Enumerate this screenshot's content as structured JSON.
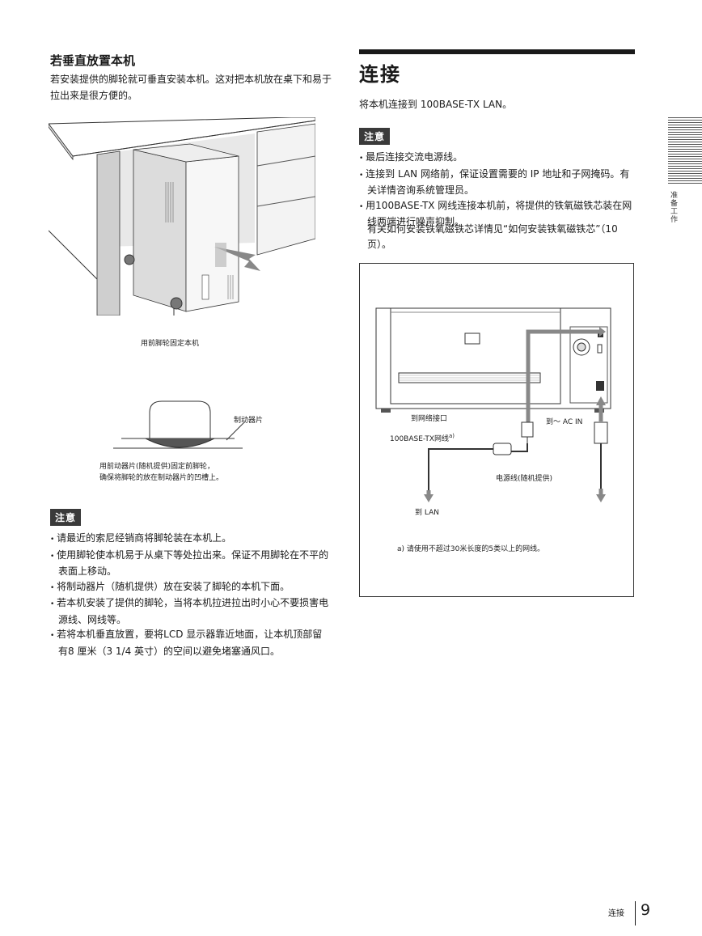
{
  "left": {
    "heading": "若垂直放置本机",
    "intro": "若安装提供的脚轮就可垂直安装本机。这对把本机放在桌下和易于拉出来是很方便的。",
    "fig1_caption": "用前脚轮固定本机",
    "fig2_label": "制动器片",
    "fig2_caption": [
      "用前动器片(随机提供)固定前脚轮，",
      "确保将脚轮的放在制动器片的凹槽上。"
    ],
    "note_label": "注意",
    "notes": [
      "请最近的索尼经销商将脚轮装在本机上。",
      "使用脚轮使本机易于从桌下等处拉出来。保证不用脚轮在不平的表面上移动。",
      "将制动器片（随机提供）放在安装了脚轮的本机下面。",
      "若本机安装了提供的脚轮，当将本机拉进拉出时小心不要损害电源线、网线等。",
      "若将本机垂直放置，要将LCD 显示器靠近地面，让本机顶部留有8 厘米（3 1/4 英寸）的空间以避免堵塞通风口。"
    ]
  },
  "right": {
    "heading": "连接",
    "intro": "将本机连接到 100BASE-TX LAN。",
    "note_label": "注意",
    "notes": [
      "最后连接交流电源线。",
      "连接到 LAN 网络前，保证设置需要的 IP 地址和子网掩码。有关详情咨询系统管理员。",
      "用100BASE-TX 网线连接本机前，将提供的铁氧磁铁芯装在网线两端进行噪声抑制。"
    ],
    "note_extra": "有关如何安装铁氧磁铁芯详情见“如何安装铁氧磁铁芯”（10 页）。",
    "diagram": {
      "label_network_port": "到网络接口",
      "label_ac_in": "到～ AC  IN",
      "label_cable": "100BASE-TX网线",
      "label_cable_sup": "a)",
      "label_power_cord": "电源线(随机提供)",
      "label_to_lan": "到 LAN",
      "footnote": "a)  请使用不超过30米长度的5类以上的网线。"
    }
  },
  "side_tab": "准备工作",
  "footer": {
    "section": "连接",
    "page": "9"
  }
}
